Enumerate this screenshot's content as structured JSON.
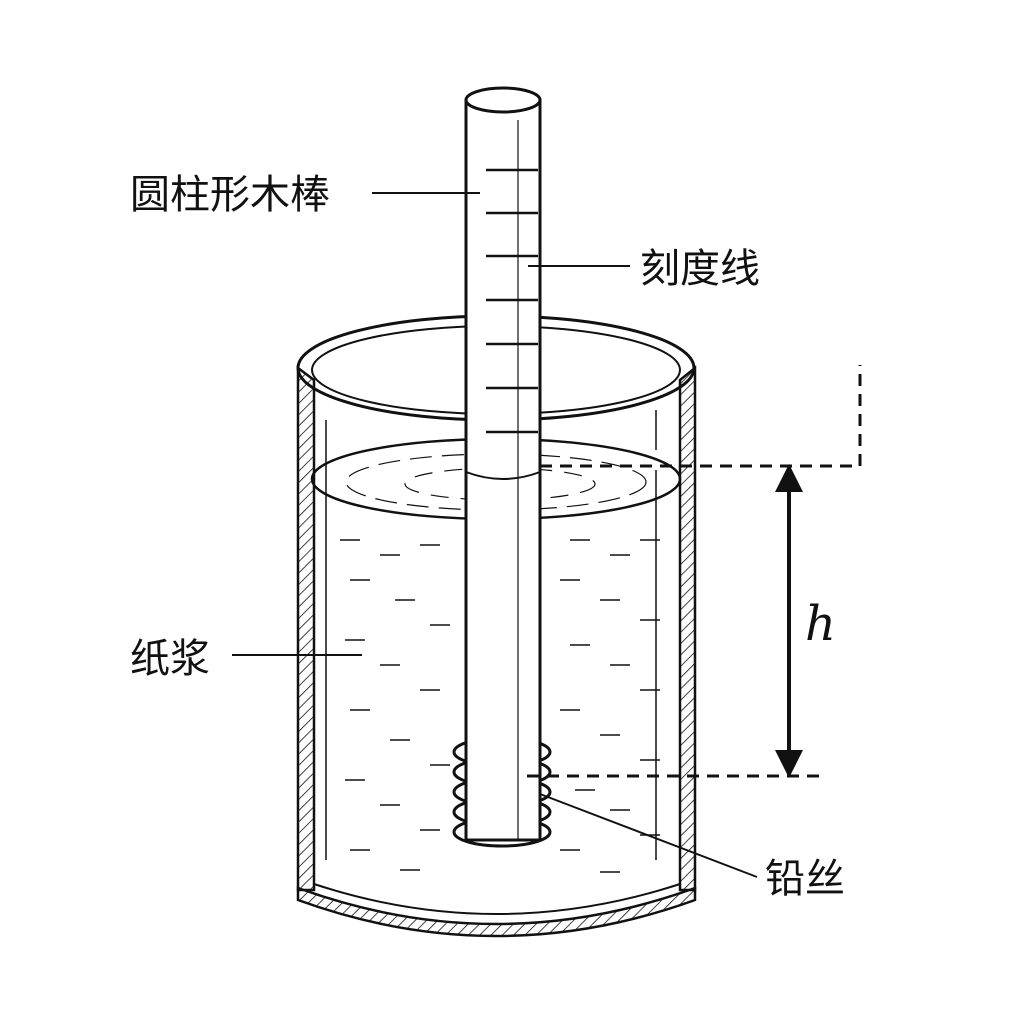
{
  "labels": {
    "rod": "圆柱形木棒",
    "scale_marks": "刻度线",
    "pulp": "纸浆",
    "lead_wire": "铅丝",
    "depth": "h"
  },
  "colors": {
    "ink": "#111111",
    "background": "#ffffff"
  }
}
